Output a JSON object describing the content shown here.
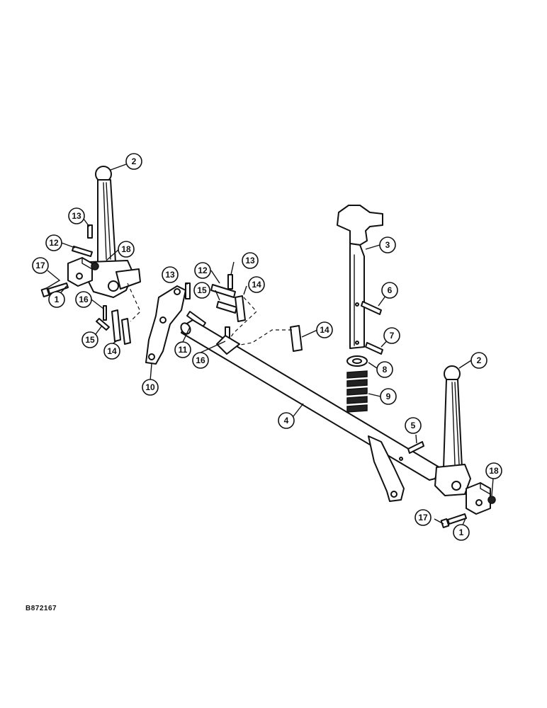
{
  "figure": {
    "code": "B872167"
  },
  "callouts": [
    {
      "id": "c2a",
      "label": "2"
    },
    {
      "id": "c13a",
      "label": "13"
    },
    {
      "id": "c12a",
      "label": "12"
    },
    {
      "id": "c18a",
      "label": "18"
    },
    {
      "id": "c17a",
      "label": "17"
    },
    {
      "id": "c1a",
      "label": "1"
    },
    {
      "id": "c16a",
      "label": "16"
    },
    {
      "id": "c15a",
      "label": "15"
    },
    {
      "id": "c14a",
      "label": "14"
    },
    {
      "id": "c13b",
      "label": "13"
    },
    {
      "id": "c12b",
      "label": "12"
    },
    {
      "id": "c13c",
      "label": "13"
    },
    {
      "id": "c15b",
      "label": "15"
    },
    {
      "id": "c14b",
      "label": "14"
    },
    {
      "id": "c11",
      "label": "11"
    },
    {
      "id": "c16b",
      "label": "16"
    },
    {
      "id": "c10",
      "label": "10"
    },
    {
      "id": "c14c",
      "label": "14"
    },
    {
      "id": "c3",
      "label": "3"
    },
    {
      "id": "c6",
      "label": "6"
    },
    {
      "id": "c7",
      "label": "7"
    },
    {
      "id": "c8",
      "label": "8"
    },
    {
      "id": "c9",
      "label": "9"
    },
    {
      "id": "c2b",
      "label": "2"
    },
    {
      "id": "c4",
      "label": "4"
    },
    {
      "id": "c5",
      "label": "5"
    },
    {
      "id": "c18b",
      "label": "18"
    },
    {
      "id": "c17b",
      "label": "17"
    },
    {
      "id": "c1b",
      "label": "1"
    }
  ]
}
